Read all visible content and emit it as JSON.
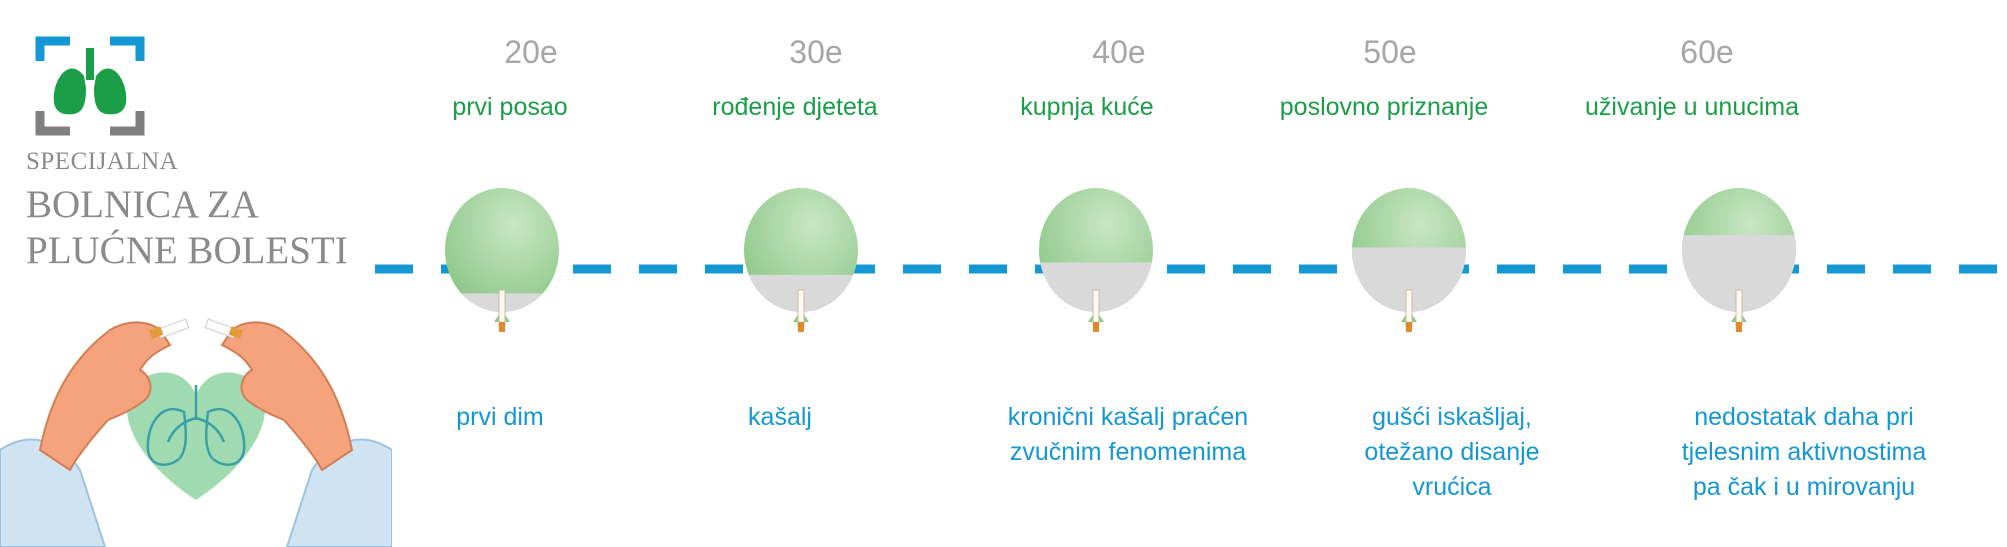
{
  "logo": {
    "line1": "SPECIJALNA",
    "line2": "BOLNICA ZA",
    "line3": "PLUĆNE BOLESTI",
    "icon": "lungs-icon",
    "colors": {
      "frame_blue": "#1597d4",
      "frame_gray": "#7f7f7f",
      "lungs_green": "#1a9e48"
    }
  },
  "illustration": {
    "icon": "hands-breaking-cigarette-over-heart-lungs"
  },
  "timeline": {
    "line_color": "#1597d4",
    "stages": [
      {
        "decade": "20e",
        "milestone": "prvi posao",
        "symptom": [
          "prvi dim"
        ],
        "fill": 0.15
      },
      {
        "decade": "30e",
        "milestone": "rođenje djeteta",
        "symptom": [
          "kašalj"
        ],
        "fill": 0.3
      },
      {
        "decade": "40e",
        "milestone": "kupnja kuće",
        "symptom": [
          "kronični kašalj praćen",
          "zvučnim fenomenima"
        ],
        "fill": 0.4
      },
      {
        "decade": "50e",
        "milestone": "poslovno priznanje",
        "symptom": [
          "gušći iskašljaj,",
          "otežano disanje",
          "vrućica"
        ],
        "fill": 0.52
      },
      {
        "decade": "60e",
        "milestone": "uživanje u unucima",
        "symptom": [
          "nedostatak daha pri",
          "tjelesnim aktivnostima",
          "pa čak i u mirovanju"
        ],
        "fill": 0.62
      }
    ]
  },
  "colors": {
    "decade_text": "#a6a6a6",
    "milestone_text": "#1a9e48",
    "symptom_text": "#1597d4",
    "balloon_green": "#8fc98a",
    "smoke_gray": "#d9d9d9"
  }
}
